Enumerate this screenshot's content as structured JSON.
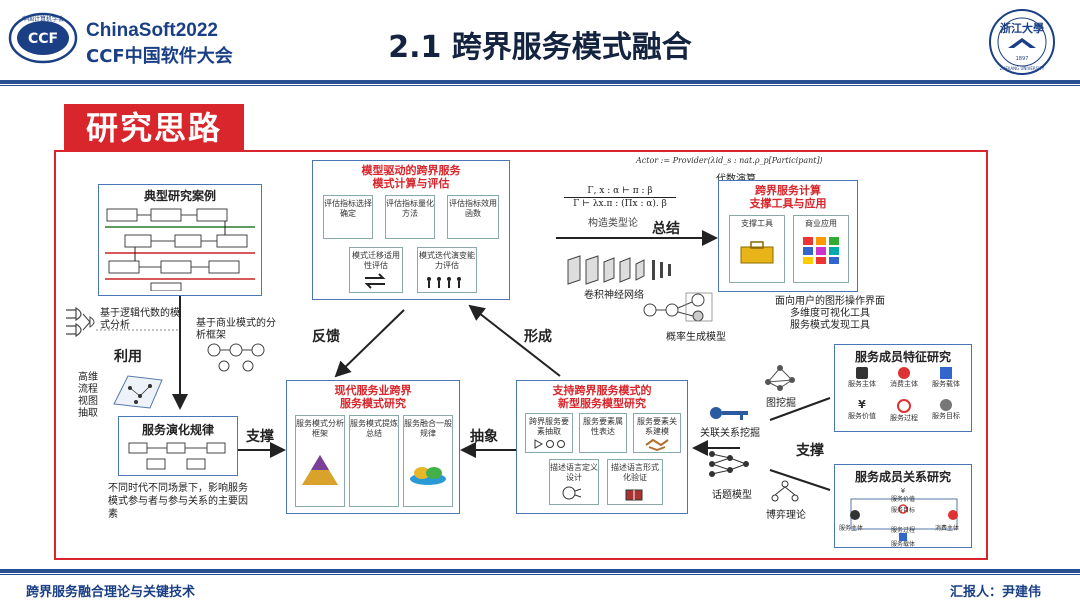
{
  "header": {
    "brand_line1": "ChinaSoft2022",
    "brand_line2": "CCF中国软件大会",
    "title": "2.1 跨界服务模式融合",
    "ccf_logo_text": "中国计算机学会",
    "ccf_logo_abbr": "CCF",
    "zju_logo_text": "浙江大學",
    "zju_logo_sub": "ZHEJIANG UNIVERSITY",
    "zju_logo_year": "1897"
  },
  "section_tag": "研究思路",
  "diagram": {
    "typical_cases": {
      "title": "典型研究案例"
    },
    "logic_algebra": "基于逻辑代数的模式分析",
    "business_model": "基于商业模式的分析框架",
    "use": "利用",
    "high_dim": [
      "高维",
      "流程",
      "视图",
      "抽取"
    ],
    "evolution": {
      "title": "服务演化规律",
      "caption": "不同时代不同场景下，影响服务模式参与者与参与关系的主要因素"
    },
    "support_left": "支撑",
    "model_driven": {
      "title_line1": "模型驱动的跨界服务",
      "title_line2": "模式计算与评估",
      "cells": [
        "评估指标选择确定",
        "评估指标量化方法",
        "评估指标效用函数",
        "模式迁移适用性评估",
        "模式迭代演变能力评估"
      ]
    },
    "feedback": "反馈",
    "form": "形成",
    "abstract": "抽象",
    "modern": {
      "title_line1": "现代服务业跨界",
      "title_line2": "服务模式研究",
      "cells": [
        "服务模式分析框架",
        "服务模式提炼总结",
        "服务融合一般规律"
      ]
    },
    "new_model": {
      "title_line1": "支持跨界服务模式的",
      "title_line2": "新型服务模型研究",
      "cells": [
        "跨界服务要素抽取",
        "服务要素属性表达",
        "服务要素关系建模",
        "描述语言定义设计",
        "描述语言形式化验证"
      ]
    },
    "formula_top": "Actor := Provider⟨λid_s : nat.ρ_p[Participant]⟩",
    "algebra_calc": "代数演算",
    "type_rule_top": "Γ, x : α ⊢ π : β",
    "type_rule_bottom": "Γ ⊢ λx.π : (Πx : α). β",
    "type_theory": "构造类型论",
    "summary": "总结",
    "cnn": "卷积神经网络",
    "prob_model": "概率生成模型",
    "tools": {
      "title_line1": "跨界服务计算",
      "title_line2": "支撑工具与应用",
      "cells": [
        "支撑工具",
        "商业应用"
      ],
      "notes": [
        "面向用户的图形操作界面",
        "多维度可视化工具",
        "服务模式发现工具"
      ]
    },
    "member_feature": {
      "title": "服务成员特征研究",
      "items": [
        "服务主体",
        "消费主体",
        "服务载体",
        "服务价值",
        "服务过程",
        "服务目标"
      ]
    },
    "graph_mining": "图挖掘",
    "relation_mining": "关联关系挖掘",
    "support_right": "支撑",
    "topic_model": "话题模型",
    "game_theory": "博弈理论",
    "member_relation": {
      "title": "服务成员关系研究",
      "items": [
        "服务价值",
        "服务目标",
        "服务主体",
        "消费主体",
        "服务过程",
        "服务载体"
      ]
    }
  },
  "footer": {
    "left": "跨界服务融合理论与关键技术",
    "right": "汇报人：尹建伟"
  }
}
